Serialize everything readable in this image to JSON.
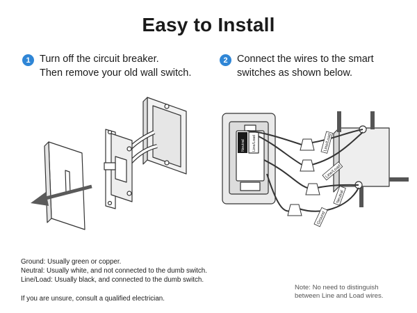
{
  "title": "Easy to Install",
  "steps": [
    {
      "number": "1",
      "line1": "Turn off the circuit breaker.",
      "line2": "Then remove your old wall switch."
    },
    {
      "number": "2",
      "line1": "Connect the wires to the smart",
      "line2": "switches as shown below."
    }
  ],
  "switch_labels": {
    "neutral": "Neutral",
    "line_load": "Line/Load"
  },
  "wire_tags": {
    "line_load_1": "Line/Load",
    "line_load_2": "Line/Load",
    "neutral": "Neutral",
    "ground": "Ground"
  },
  "definitions": [
    "Ground: Usually green or copper.",
    "Neutral: Usually white, and not connected to the dumb switch.",
    "Line/Load: Usually black, and connected to the dumb switch."
  ],
  "advice": "If you are unsure, consult a qualified electrician.",
  "note": {
    "line1": "Note: No need to distinguish",
    "line2": "between Line and Load wires."
  },
  "colors": {
    "accent": "#2f86d6",
    "stroke": "#333333",
    "arrow": "#5a5a5a"
  },
  "icons": [
    "arrow-left-down-icon"
  ]
}
